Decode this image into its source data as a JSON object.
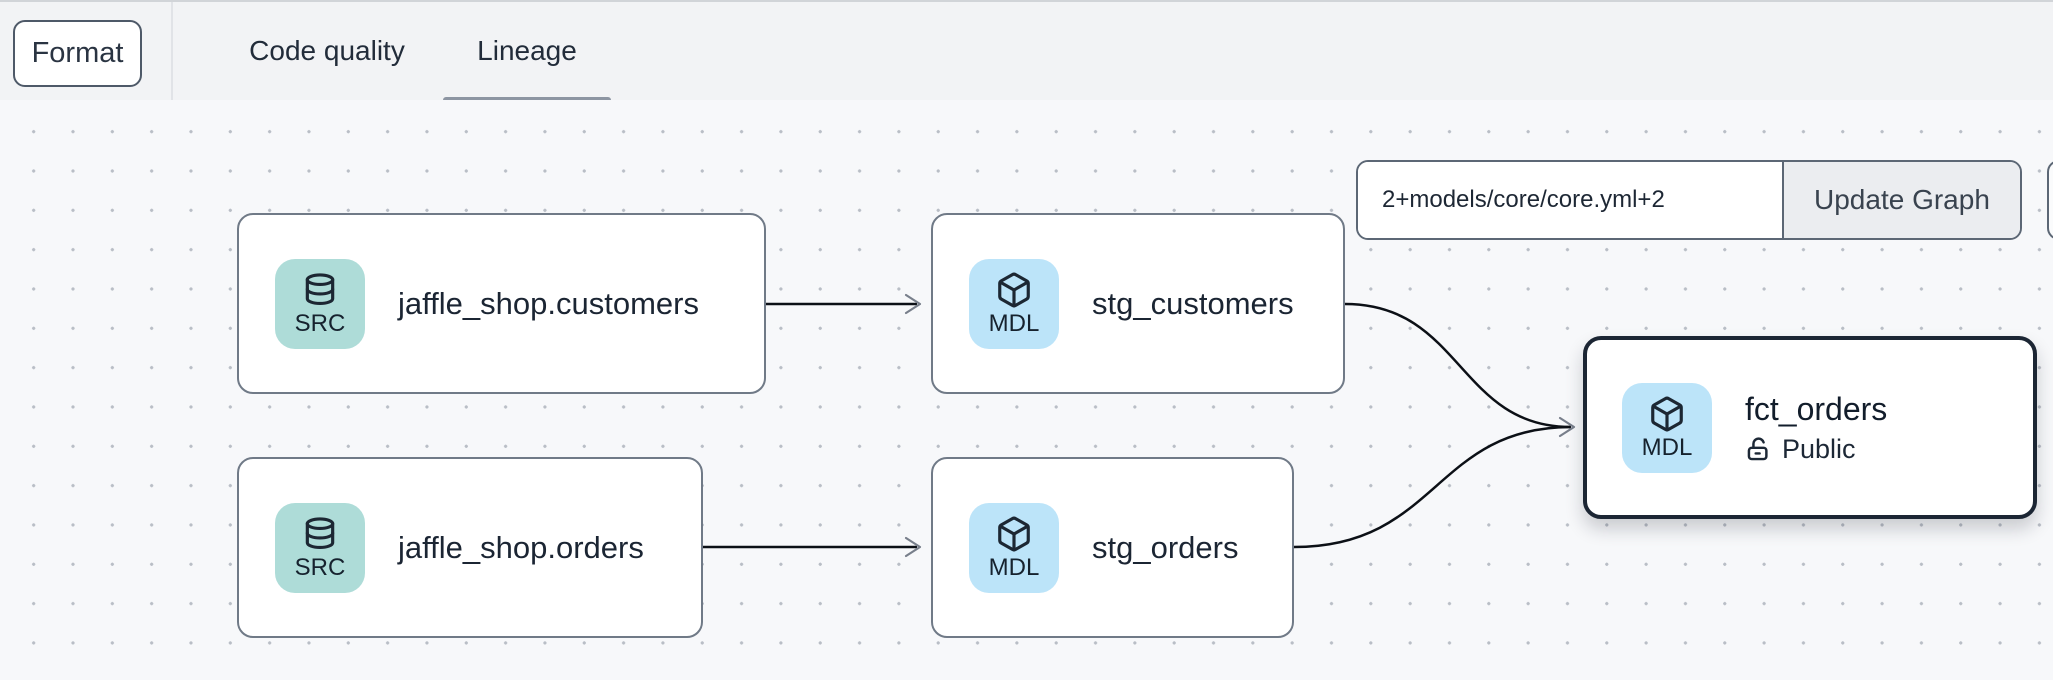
{
  "topbar": {
    "format_label": "Format",
    "tabs": [
      {
        "label": "Code quality",
        "active": false
      },
      {
        "label": "Lineage",
        "active": true
      }
    ]
  },
  "graph_controls": {
    "selector_value": "2+models/core/core.yml+2",
    "update_button_label": "Update Graph"
  },
  "nodes": [
    {
      "badge": "SRC",
      "type": "source",
      "label": "jaffle_shop.customers"
    },
    {
      "badge": "MDL",
      "type": "model",
      "label": "stg_customers"
    },
    {
      "badge": "SRC",
      "type": "source",
      "label": "jaffle_shop.orders"
    },
    {
      "badge": "MDL",
      "type": "model",
      "label": "stg_orders"
    },
    {
      "badge": "MDL",
      "type": "model",
      "label": "fct_orders",
      "access": "Public",
      "selected": true
    }
  ],
  "edges": [
    {
      "from": "jaffle_shop.customers",
      "to": "stg_customers"
    },
    {
      "from": "jaffle_shop.orders",
      "to": "stg_orders"
    },
    {
      "from": "stg_customers",
      "to": "fct_orders"
    },
    {
      "from": "stg_orders",
      "to": "fct_orders"
    }
  ],
  "colors": {
    "source_badge": "#aedcd8",
    "model_badge": "#bce4f9",
    "edge_line": "#0c1016",
    "arrowhead": "#787f8b",
    "node_border": "#707a87",
    "selected_node_border": "#1c2634",
    "tab_underline": "#8d95a2",
    "topbar_bg": "#f2f3f5",
    "canvas_bg": "#f7f8fa",
    "canvas_dot": "#b9bec6"
  }
}
